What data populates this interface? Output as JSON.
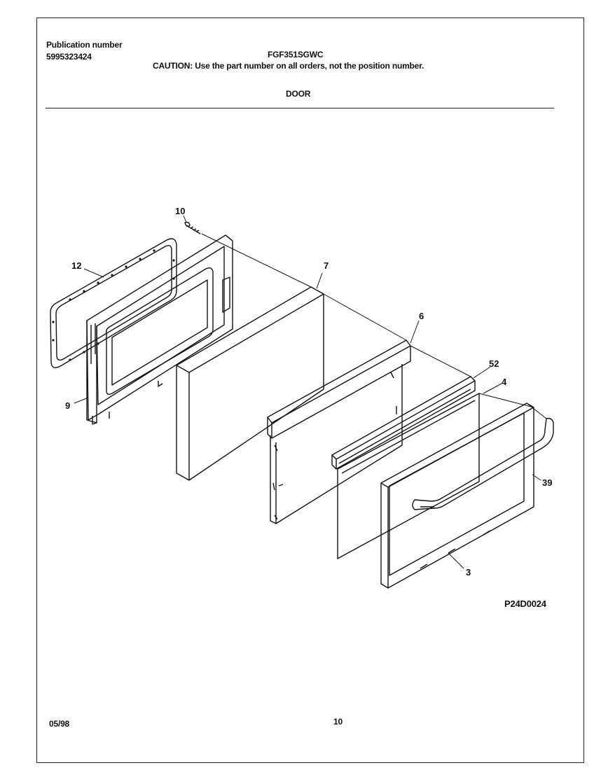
{
  "header": {
    "pub_label": "Publication number",
    "pub_number": "5995323424",
    "model": "FGF351SGWC",
    "caution": "CAUTION:  Use the part number on all orders, not the position number.",
    "section": "DOOR"
  },
  "diagram": {
    "callouts": [
      "10",
      "12",
      "7",
      "6",
      "52",
      "4",
      "9",
      "39",
      "3"
    ],
    "figure_code": "P24D0024"
  },
  "footer": {
    "date": "05/98",
    "page": "10"
  }
}
